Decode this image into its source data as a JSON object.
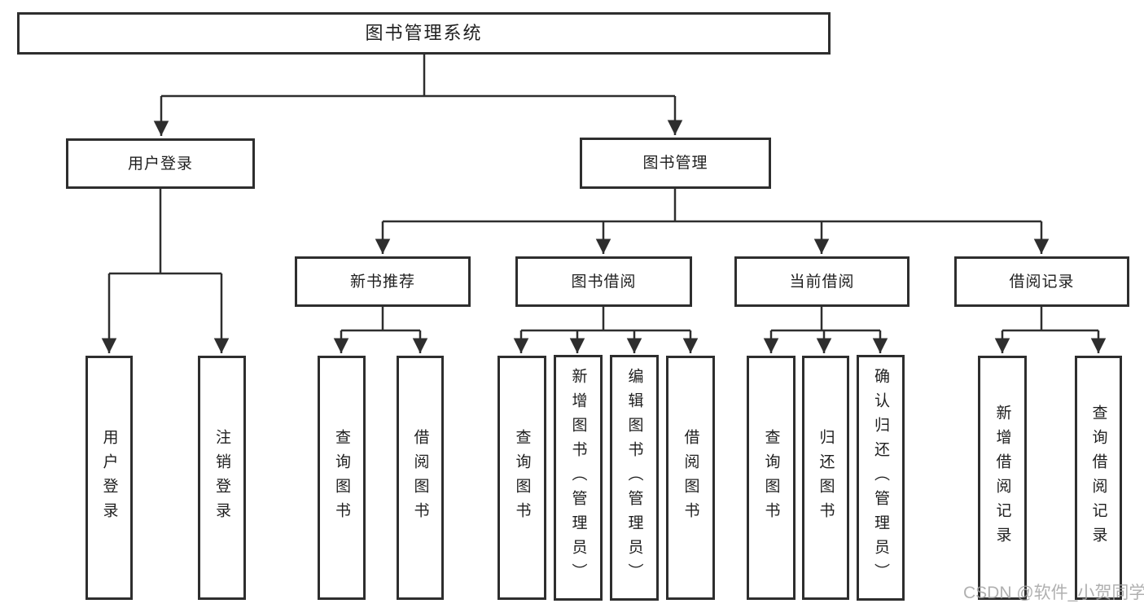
{
  "diagram_type": "hierarchy-tree",
  "tree": {
    "label": "图书管理系统",
    "children": [
      {
        "label": "用户登录",
        "children": [
          {
            "label": "用户登录"
          },
          {
            "label": "注销登录"
          }
        ]
      },
      {
        "label": "图书管理",
        "children": [
          {
            "label": "新书推荐",
            "children": [
              {
                "label": "查询图书"
              },
              {
                "label": "借阅图书"
              }
            ]
          },
          {
            "label": "图书借阅",
            "children": [
              {
                "label": "查询图书"
              },
              {
                "label": "新增图书（管理员）"
              },
              {
                "label": "编辑图书（管理员）"
              },
              {
                "label": "借阅图书"
              }
            ]
          },
          {
            "label": "当前借阅",
            "children": [
              {
                "label": "查询图书"
              },
              {
                "label": "归还图书"
              },
              {
                "label": "确认归还（管理员）"
              }
            ]
          },
          {
            "label": "借阅记录",
            "children": [
              {
                "label": "新增借阅记录"
              },
              {
                "label": "查询借阅记录"
              }
            ]
          }
        ]
      }
    ]
  },
  "watermark": "CSDN @软件_小贺同学",
  "colors": {
    "line": "#2e2e2e",
    "box_border": "#2e2e2e",
    "box_fill": "#ffffff",
    "text": "#1f1f1f",
    "watermark": "#a3a3a3",
    "background": "#ffffff"
  }
}
